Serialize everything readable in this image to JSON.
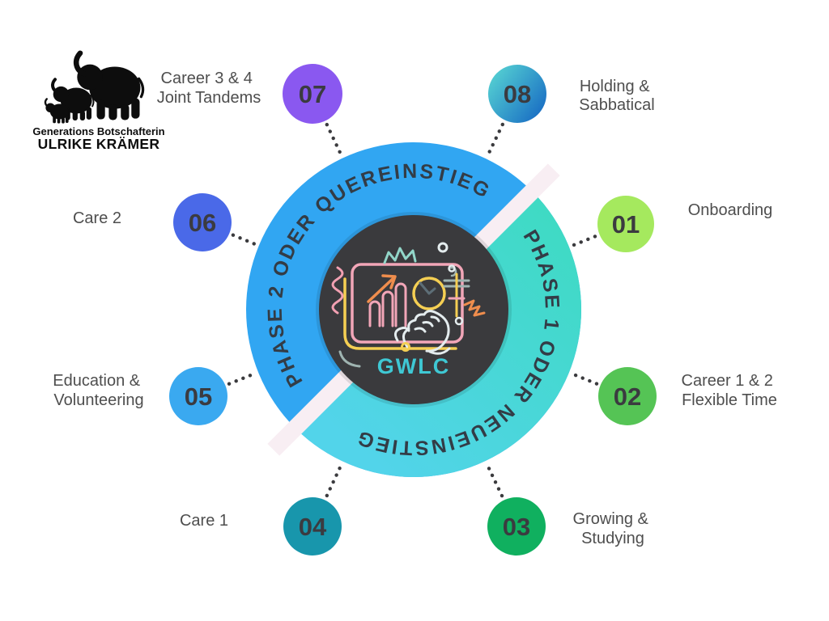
{
  "palette": {
    "background": "#ffffff",
    "phase2_blue": "#31a6f2",
    "phase1_teal_start": "#3fdac4",
    "phase1_teal_end": "#52d4ea",
    "divider": "#f8eef3",
    "center_circle": "#3a3a3d",
    "arc_text": "#333c46",
    "number_text": "#3b3b40",
    "label_text": "#4e4e4e",
    "dotted_line": "#3b3b3e",
    "logo_black": "#0d0d0d"
  },
  "logo": {
    "line1": "Generations Botschafterin",
    "line2": "ULRIKE KRÄMER"
  },
  "center": {
    "title": "GWLC",
    "title_color": "#3fc8d4"
  },
  "arcs": {
    "phase2": {
      "label": "PHASE 2 ODER QUEREINSTIEG"
    },
    "phase1": {
      "label": "PHASE 1 ODER NEUEINSTIEG"
    }
  },
  "nodes": [
    {
      "number": "01",
      "label_lines": [
        "Onboarding"
      ],
      "color": "#a5e95e"
    },
    {
      "number": "02",
      "label_lines": [
        "Career 1 & 2",
        "Flexible Time"
      ],
      "color": "#55c455"
    },
    {
      "number": "03",
      "label_lines": [
        "Growing &",
        "Studying"
      ],
      "color": "#10b05f"
    },
    {
      "number": "04",
      "label_lines": [
        "Care 1"
      ],
      "color": "#1896ac"
    },
    {
      "number": "05",
      "label_lines": [
        "Education &",
        "Volunteering"
      ],
      "color": "#3aa9f0"
    },
    {
      "number": "06",
      "label_lines": [
        "Care 2"
      ],
      "color": "#4a69e8"
    },
    {
      "number": "07",
      "label_lines": [
        "Career 3 & 4",
        "Joint Tandems"
      ],
      "color": "#8a58f0"
    },
    {
      "number": "08",
      "label_lines": [
        "Holding &",
        "Sabbatical"
      ],
      "color_start": "#5bdbd4",
      "color_end": "#1a6fc4"
    }
  ]
}
